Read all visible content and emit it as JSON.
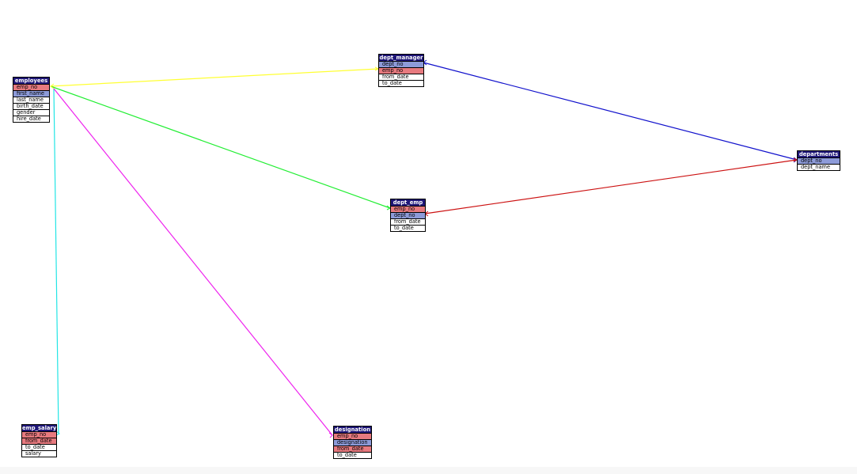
{
  "tables": {
    "employees": {
      "title": "employees",
      "columns": [
        {
          "name": "emp_no",
          "role": "pk"
        },
        {
          "name": "first_name",
          "role": "fk"
        },
        {
          "name": "last_name",
          "role": "none"
        },
        {
          "name": "birth_date",
          "role": "none"
        },
        {
          "name": "gender",
          "role": "none"
        },
        {
          "name": "hire_date",
          "role": "none"
        }
      ]
    },
    "dept_manager": {
      "title": "dept_manager",
      "columns": [
        {
          "name": "dept_no",
          "role": "fk"
        },
        {
          "name": "emp_no",
          "role": "pk"
        },
        {
          "name": "from_date",
          "role": "none"
        },
        {
          "name": "to_date",
          "role": "none"
        }
      ]
    },
    "departments": {
      "title": "departments",
      "columns": [
        {
          "name": "dept_no",
          "role": "fk"
        },
        {
          "name": "dept_name",
          "role": "none"
        }
      ]
    },
    "dept_emp": {
      "title": "dept_emp",
      "columns": [
        {
          "name": "emp_no",
          "role": "pk"
        },
        {
          "name": "dept_no",
          "role": "fk"
        },
        {
          "name": "from_date",
          "role": "none"
        },
        {
          "name": "to_date",
          "role": "none"
        }
      ]
    },
    "emp_salary": {
      "title": "emp_salary",
      "columns": [
        {
          "name": "emp_no",
          "role": "pk"
        },
        {
          "name": "from_date",
          "role": "pk"
        },
        {
          "name": "to_date",
          "role": "none"
        },
        {
          "name": "salary",
          "role": "none"
        }
      ]
    },
    "designation": {
      "title": "designation",
      "columns": [
        {
          "name": "emp_no",
          "role": "pk"
        },
        {
          "name": "designation",
          "role": "fk"
        },
        {
          "name": "from_date",
          "role": "pk"
        },
        {
          "name": "to_date",
          "role": "none"
        }
      ]
    }
  },
  "relationships": [
    {
      "from": "employees",
      "to": "dept_manager",
      "color": "#ffff33"
    },
    {
      "from": "employees",
      "to": "dept_emp",
      "color": "#22ee33"
    },
    {
      "from": "employees",
      "to": "emp_salary",
      "color": "#22e5e5"
    },
    {
      "from": "employees",
      "to": "designation",
      "color": "#ee22ee"
    },
    {
      "from": "dept_manager",
      "to": "departments",
      "color": "#1111cc"
    },
    {
      "from": "dept_emp",
      "to": "departments",
      "color": "#cc1111"
    }
  ],
  "colors": {
    "header": "#1f1778",
    "primary_key": "#e77a7f",
    "foreign_key": "#8d9bd9"
  }
}
